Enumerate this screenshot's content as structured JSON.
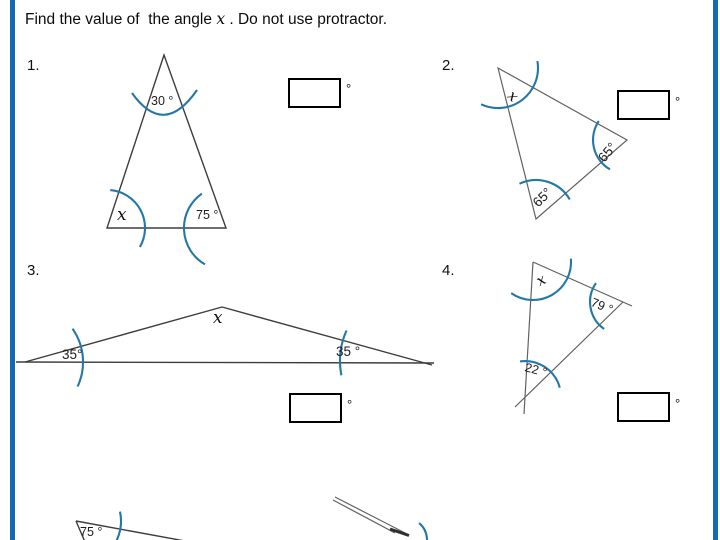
{
  "title": {
    "prefix": "Find the value of  the angle ",
    "x_symbol": "x",
    "suffix": " . Do not use protractor."
  },
  "accent": {
    "bar_color": "#1668b0",
    "arc_color": "#2478a8"
  },
  "problems": [
    {
      "number": "1.",
      "angle_top": "30 °",
      "angle_bottom_left": "x",
      "angle_bottom_right": "75 °",
      "answer_unit": "°"
    },
    {
      "number": "2.",
      "angle_top_left": "x",
      "angle_right": "65°",
      "angle_bottom": "65°",
      "answer_unit": "°"
    },
    {
      "number": "3.",
      "angle_apex": "x",
      "angle_left": "35°",
      "angle_right": "35 °",
      "answer_unit": "°"
    },
    {
      "number": "4.",
      "angle_top": "x",
      "angle_right": "79 °",
      "angle_bottom_left": "22 °",
      "answer_unit": "°"
    },
    {
      "angle_left": "75 °"
    }
  ]
}
